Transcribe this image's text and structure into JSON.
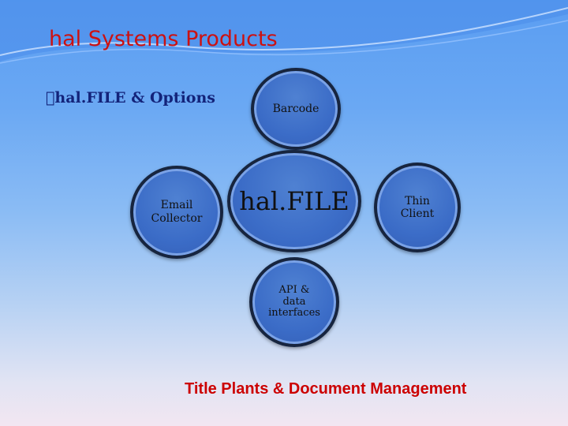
{
  "slide": {
    "title": "hal Systems Products",
    "bullet": "\u0000hal.FILE & Options",
    "subtitle": "Title Plants & Document Management"
  },
  "diagram": {
    "center": "hal.FILE",
    "nodes": {
      "top": [
        "Barcode"
      ],
      "left": [
        "Email",
        "Collector"
      ],
      "right": [
        "Thin",
        "Client"
      ],
      "bottom": [
        "API &",
        "data",
        "interfaces"
      ]
    }
  },
  "colors": {
    "title": "#cc1111",
    "bullet": "#13237a",
    "circle_fill": "#3b6cc7",
    "circle_border": "#17253f",
    "subtitle": "#cc0000"
  }
}
